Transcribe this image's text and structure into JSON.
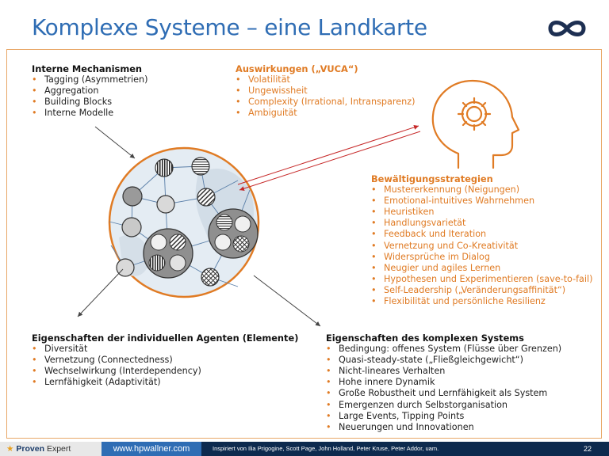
{
  "title": "Komplexe Systeme – eine Landkarte",
  "colors": {
    "title": "#2f6db4",
    "accent": "#e07b24",
    "footer": "#0d2a4e",
    "arrow": "#c62828"
  },
  "interne": {
    "heading": "Interne Mechanismen",
    "items": [
      "Tagging (Asymmetrien)",
      "Aggregation",
      "Building Blocks",
      "Interne Modelle"
    ]
  },
  "auswirkungen": {
    "heading": "Auswirkungen („VUCA“)",
    "items": [
      "Volatilität",
      "Ungewissheit",
      "Complexity (Irrational, Intransparenz)",
      "Ambiguität"
    ]
  },
  "bewaeltigung": {
    "heading": "Bewältigungsstrategien",
    "items": [
      "Mustererkennung (Neigungen)",
      "Emotional-intuitives Wahrnehmen",
      "Heuristiken",
      "Handlungsvarietät",
      "Feedback und Iteration",
      "Vernetzung und Co-Kreativität",
      "Widersprüche im Dialog",
      "Neugier und agiles Lernen",
      "Hypothesen und Experimentieren (save-to-fail)",
      "Self-Leadership („Veränderungsaffinität“)",
      "Flexibilität und persönliche Resilienz"
    ]
  },
  "agenten": {
    "heading": "Eigenschaften der individuellen Agenten (Elemente)",
    "items": [
      "Diversität",
      "Vernetzung (Connectedness)",
      "Wechselwirkung (Interdependency)",
      "Lernfähigkeit (Adaptivität)"
    ]
  },
  "system": {
    "heading": "Eigenschaften des komplexen Systems",
    "items": [
      "Bedingung: offenes System (Flüsse über Grenzen)",
      "Quasi-steady-state („Fließgleichgewicht“)",
      "Nicht-lineares Verhalten",
      "Hohe innere Dynamik",
      "Große Robustheit und Lernfähigkeit als System",
      "Emergenzen durch Selbstorganisation",
      "Large Events, Tipping Points",
      "Neuerungen und Innovationen"
    ]
  },
  "footer": {
    "brand_a": "Proven",
    "brand_b": "Expert",
    "website": "www.hpwallner.com",
    "credits": "Inspiriert von Ilia Prigogine, Scott Page, John Holland, Peter Kruse, Peter Addor, uam.",
    "page_number": "22"
  },
  "icons": [
    "infinity-logo-icon",
    "head-gear-icon",
    "star-icon"
  ]
}
